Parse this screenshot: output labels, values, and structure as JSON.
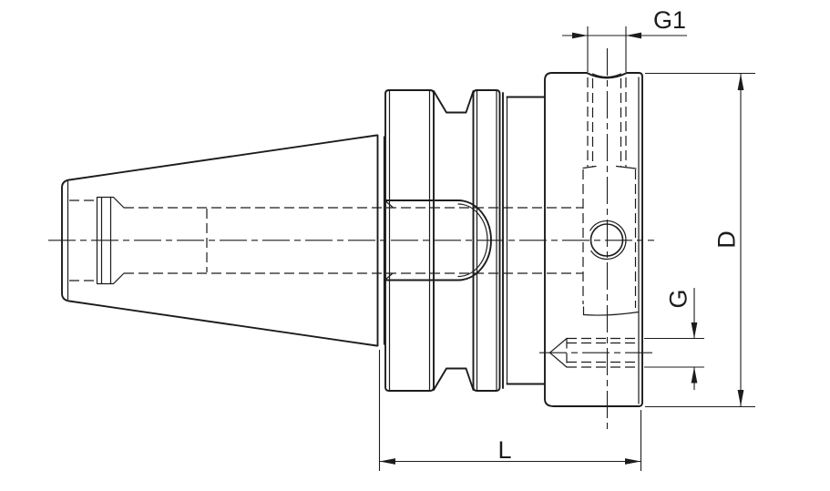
{
  "drawing": {
    "background": "#ffffff",
    "line_color": "#1c1c1c",
    "description": "technical-drawing-tool-holder-side-view",
    "labels": {
      "g1": "G1",
      "d": "D",
      "g": "G",
      "l": "L"
    }
  }
}
